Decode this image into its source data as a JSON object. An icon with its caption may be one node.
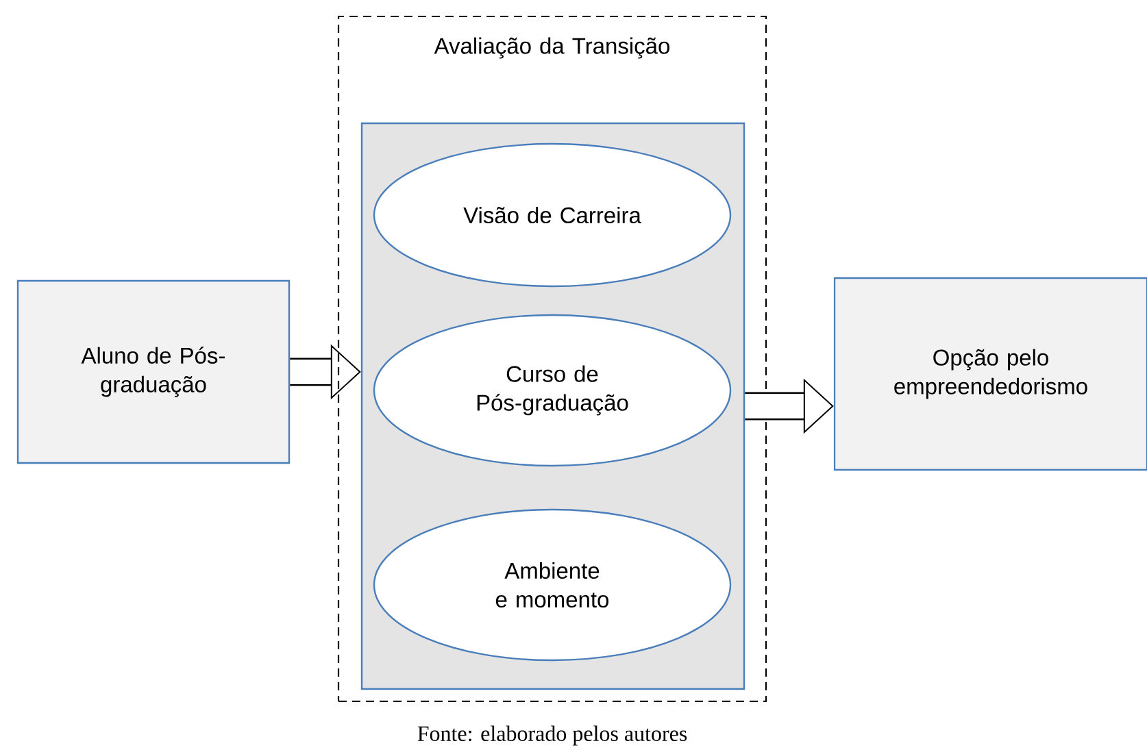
{
  "diagram": {
    "caption": "Fonte: elaborado pelos autores",
    "nodes": [
      {
        "text": [
          "Aluno de Pós-graduação"
        ]
      },
      {
        "text": [
          "Avaliação da Transição"
        ]
      },
      {
        "text": [],
        "shape": "box",
        "in": 1
      },
      {
        "text": [
          "Visão de Carreira"
        ],
        "in": 2
      },
      {
        "text": [
          "Curso de Pós-graduação"
        ],
        "in": 2
      },
      {
        "text": [
          "Ambiente e momento"
        ],
        "in": 2
      },
      {
        "text": [
          "Opção pelo empreendedorismo"
        ]
      }
    ],
    "edges": [
      {
        "from": 0,
        "to": 2,
        "arrow": "to"
      },
      {
        "from": 2,
        "to": 6,
        "arrow": "to"
      }
    ]
  }
}
